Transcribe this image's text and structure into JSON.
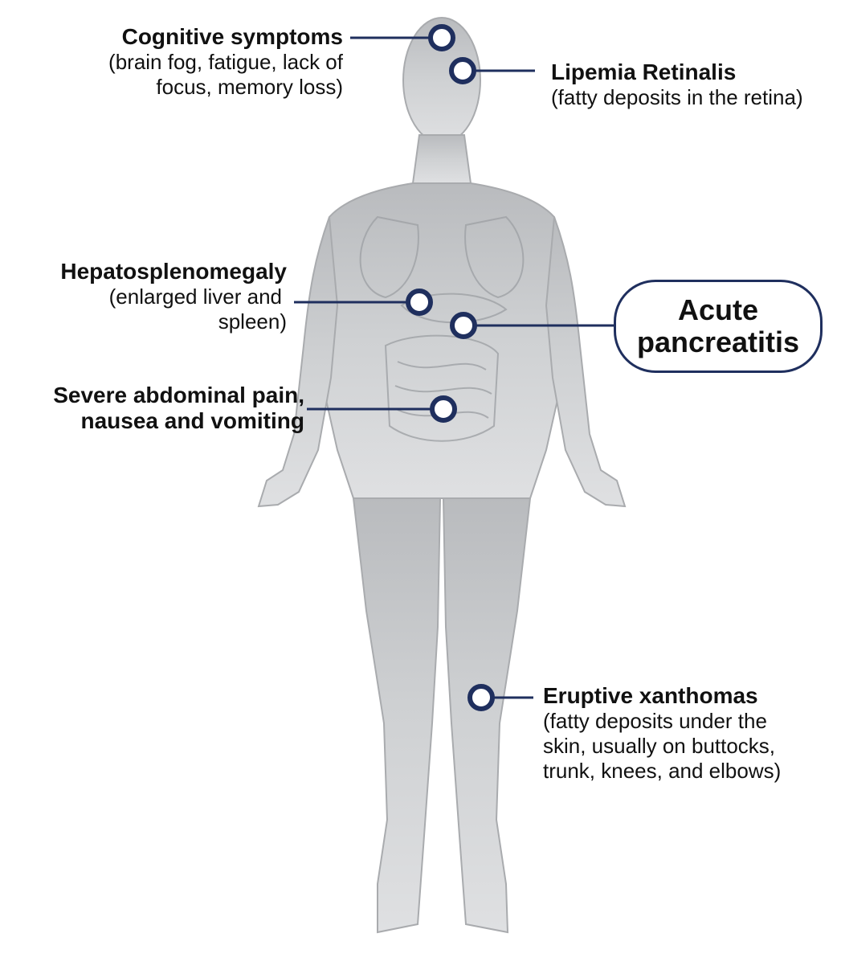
{
  "colors": {
    "accent": "#1f2f5e",
    "body": "#c9cbcd"
  },
  "labels": {
    "cognitive": {
      "title": "Cognitive symptoms",
      "desc1": "(brain fog, fatigue, lack of",
      "desc2": "focus, memory loss)"
    },
    "lipemia": {
      "title": "Lipemia Retinalis",
      "desc1": "(fatty deposits in the retina)"
    },
    "hepato": {
      "title": "Hepatosplenomegaly",
      "desc1": "(enlarged liver and",
      "desc2": "spleen)"
    },
    "abdominal": {
      "title1": "Severe abdominal pain,",
      "title2": "nausea and vomiting"
    },
    "pancreatitis": {
      "title1": "Acute",
      "title2": "pancreatitis"
    },
    "xanthomas": {
      "title": "Eruptive xanthomas",
      "desc1": "(fatty deposits under the",
      "desc2": "skin, usually on buttocks,",
      "desc3": "trunk, knees, and elbows)"
    }
  }
}
